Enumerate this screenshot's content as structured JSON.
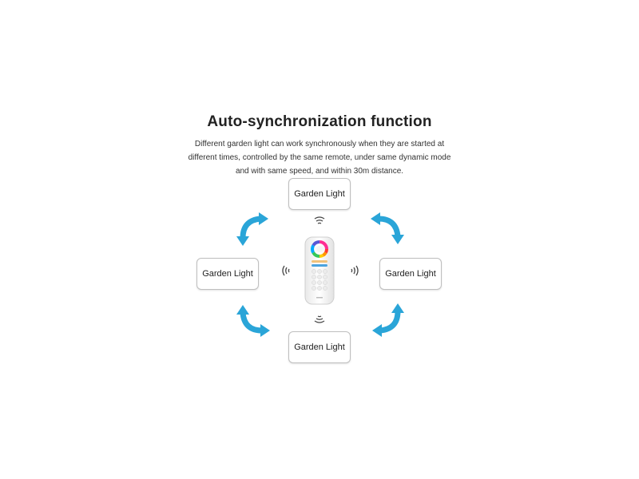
{
  "title": "Auto-synchronization function",
  "description": [
    "Different garden light can work synchronously when they are started at",
    "different times, controlled by the same remote, under same dynamic mode",
    "and with same speed, and within 30m distance."
  ],
  "nodes": {
    "top": "Garden Light",
    "left": "Garden Light",
    "right": "Garden Light",
    "bottom": "Garden Light"
  },
  "colors": {
    "arrow": "#2aa5d8",
    "arrow_outline": "#1b7fae",
    "box_border": "#bfbfbf",
    "text": "#222222"
  },
  "icons": {
    "arrows": "double-headed-curved-arrow-icon",
    "signal": "wireless-signal-icon",
    "remote": "rgb-remote-control-icon"
  }
}
